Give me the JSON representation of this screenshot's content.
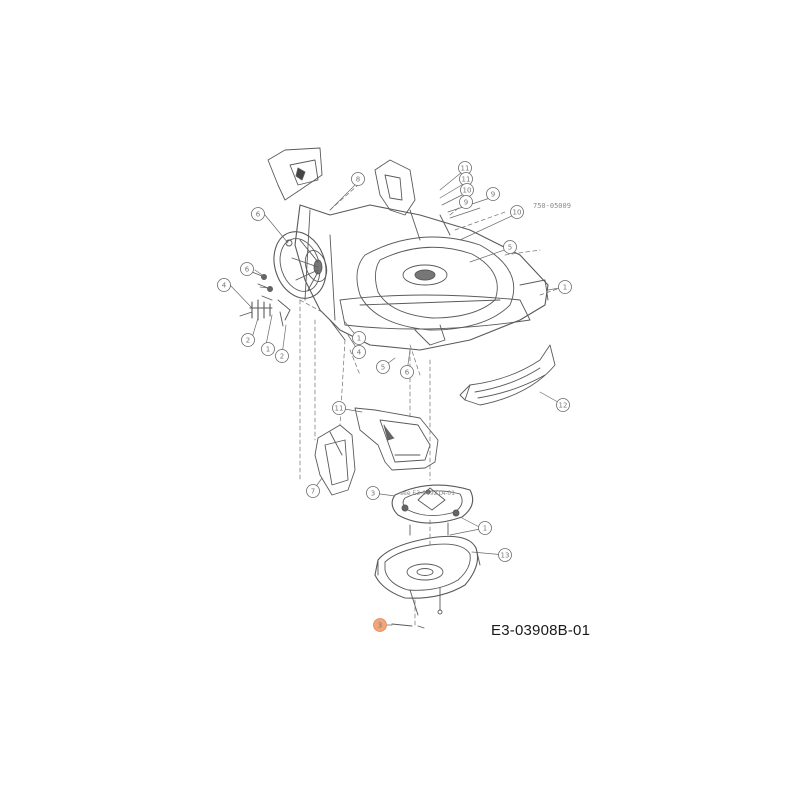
{
  "diagram": {
    "id": "E3-03908B-01",
    "drawing_number": "750-05009",
    "sub_reference": "see E3-04921A-01",
    "highlight_color": "#f2a57a",
    "line_color": "#555555",
    "callouts": [
      "11",
      "11",
      "10",
      "9",
      "9",
      "10",
      "8",
      "6",
      "6",
      "5",
      "4",
      "1",
      "2",
      "1",
      "4",
      "2",
      "11",
      "1",
      "5",
      "6",
      "7",
      "12",
      "3",
      "1",
      "13",
      "3"
    ]
  }
}
